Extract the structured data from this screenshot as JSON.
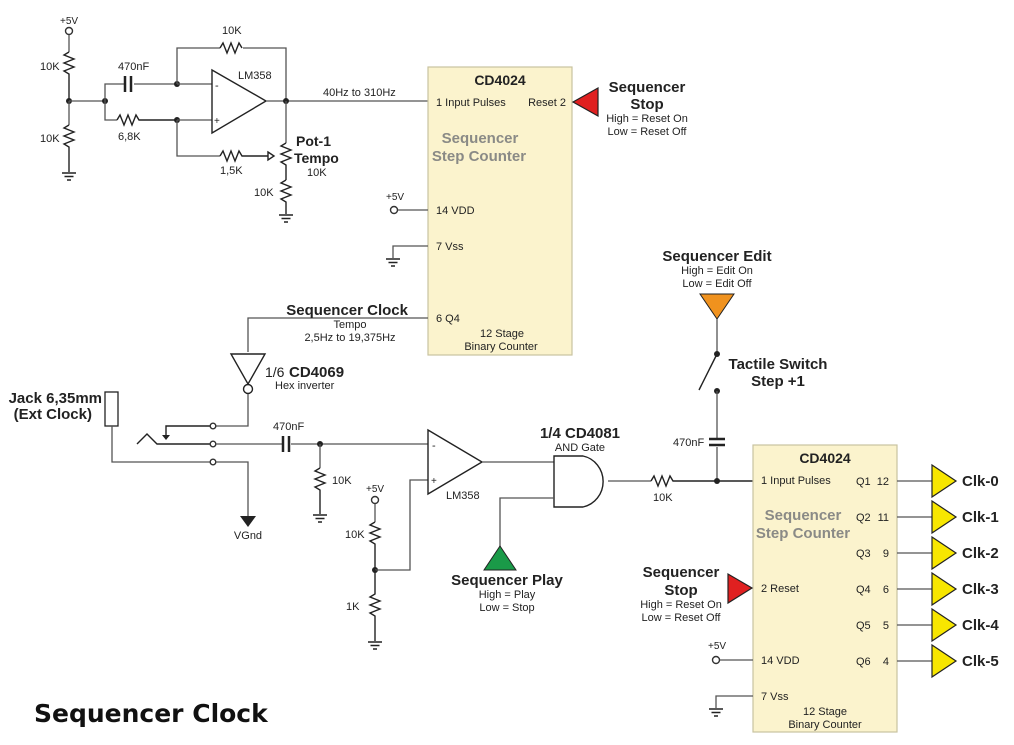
{
  "title": "Sequencer Clock",
  "colors": {
    "stop_flag": "#e02020",
    "play_flag": "#1a9a48",
    "edit_flag": "#f0921e",
    "clk_flag": "#f7e600",
    "chip_fill": "#fbf3cd"
  },
  "oscillator": {
    "supply": "+5V",
    "divider_top": "10K",
    "divider_bottom": "10K",
    "cap": "470nF",
    "input_resistor": "6,8K",
    "feedback_resistor": "10K",
    "opamp": "LM358",
    "minus": "-",
    "plus": "+",
    "tempo_resistor": "1,5K",
    "pot_name": "Pot-1",
    "pot_function": "Tempo",
    "pot_value": "10K",
    "pot_bottom_resistor": "10K",
    "output_freq": "40Hz  to 310Hz"
  },
  "counter1": {
    "chip": "CD4024",
    "pin_input": "1 Input Pulses",
    "pin_reset": "Reset  2",
    "function_line1": "Sequencer",
    "function_line2": "Step Counter",
    "vdd_supply": "+5V",
    "pin_vdd": "14 VDD",
    "pin_vss": "7   Vss",
    "pin_q4": "6   Q4",
    "desc_line1": "12 Stage",
    "desc_line2": "Binary Counter"
  },
  "stop_flag_top": {
    "line1": "Sequencer",
    "line2": "Stop",
    "high": "High = Reset On",
    "low": "Low = Reset Off"
  },
  "clock_net": {
    "label": "Sequencer Clock",
    "sub": "Tempo",
    "range": "2,5Hz to 19,375Hz"
  },
  "inverter": {
    "part_prefix": "1/6 ",
    "part": "CD4069",
    "desc": "Hex inverter"
  },
  "jack": {
    "line1": "Jack 6,35mm",
    "line2": "(Ext Clock)",
    "ground": "VGnd"
  },
  "input_stage": {
    "cap": "470nF",
    "pulldown": "10K",
    "supply": "+5V",
    "ref_top": "10K",
    "ref_bottom": "1K",
    "opamp": "LM358",
    "minus": "-",
    "plus": "+"
  },
  "and_gate": {
    "part": "1/4 CD4081",
    "desc": "AND Gate",
    "out_resistor": "10K"
  },
  "play_flag": {
    "label": "Sequencer Play",
    "high": "High = Play",
    "low": "Low  = Stop"
  },
  "edit_flag": {
    "label": "Sequencer Edit",
    "high": "High = Edit On",
    "low": "Low  = Edit Off"
  },
  "switch": {
    "line1": "Tactile Switch",
    "line2": "Step +1",
    "cap": "470nF"
  },
  "counter2": {
    "chip": "CD4024",
    "pin_input": "1 Input Pulses",
    "function_line1": "Sequencer",
    "function_line2": "Step Counter",
    "pin_reset": "2 Reset",
    "vdd_supply": "+5V",
    "pin_vdd": "14 VDD",
    "pin_vss": "7   Vss",
    "desc_line1": "12 Stage",
    "desc_line2": "Binary Counter",
    "outputs": [
      {
        "q": "Q1",
        "pin": "12",
        "label": "Clk-0"
      },
      {
        "q": "Q2",
        "pin": "11",
        "label": "Clk-1"
      },
      {
        "q": "Q3",
        "pin": "9",
        "label": "Clk-2"
      },
      {
        "q": "Q4",
        "pin": "6",
        "label": "Clk-3"
      },
      {
        "q": "Q5",
        "pin": "5",
        "label": "Clk-4"
      },
      {
        "q": "Q6",
        "pin": "4",
        "label": "Clk-5"
      }
    ]
  },
  "stop_flag_bottom": {
    "line1": "Sequencer",
    "line2": "Stop",
    "high": "High = Reset On",
    "low": "Low = Reset Off"
  }
}
